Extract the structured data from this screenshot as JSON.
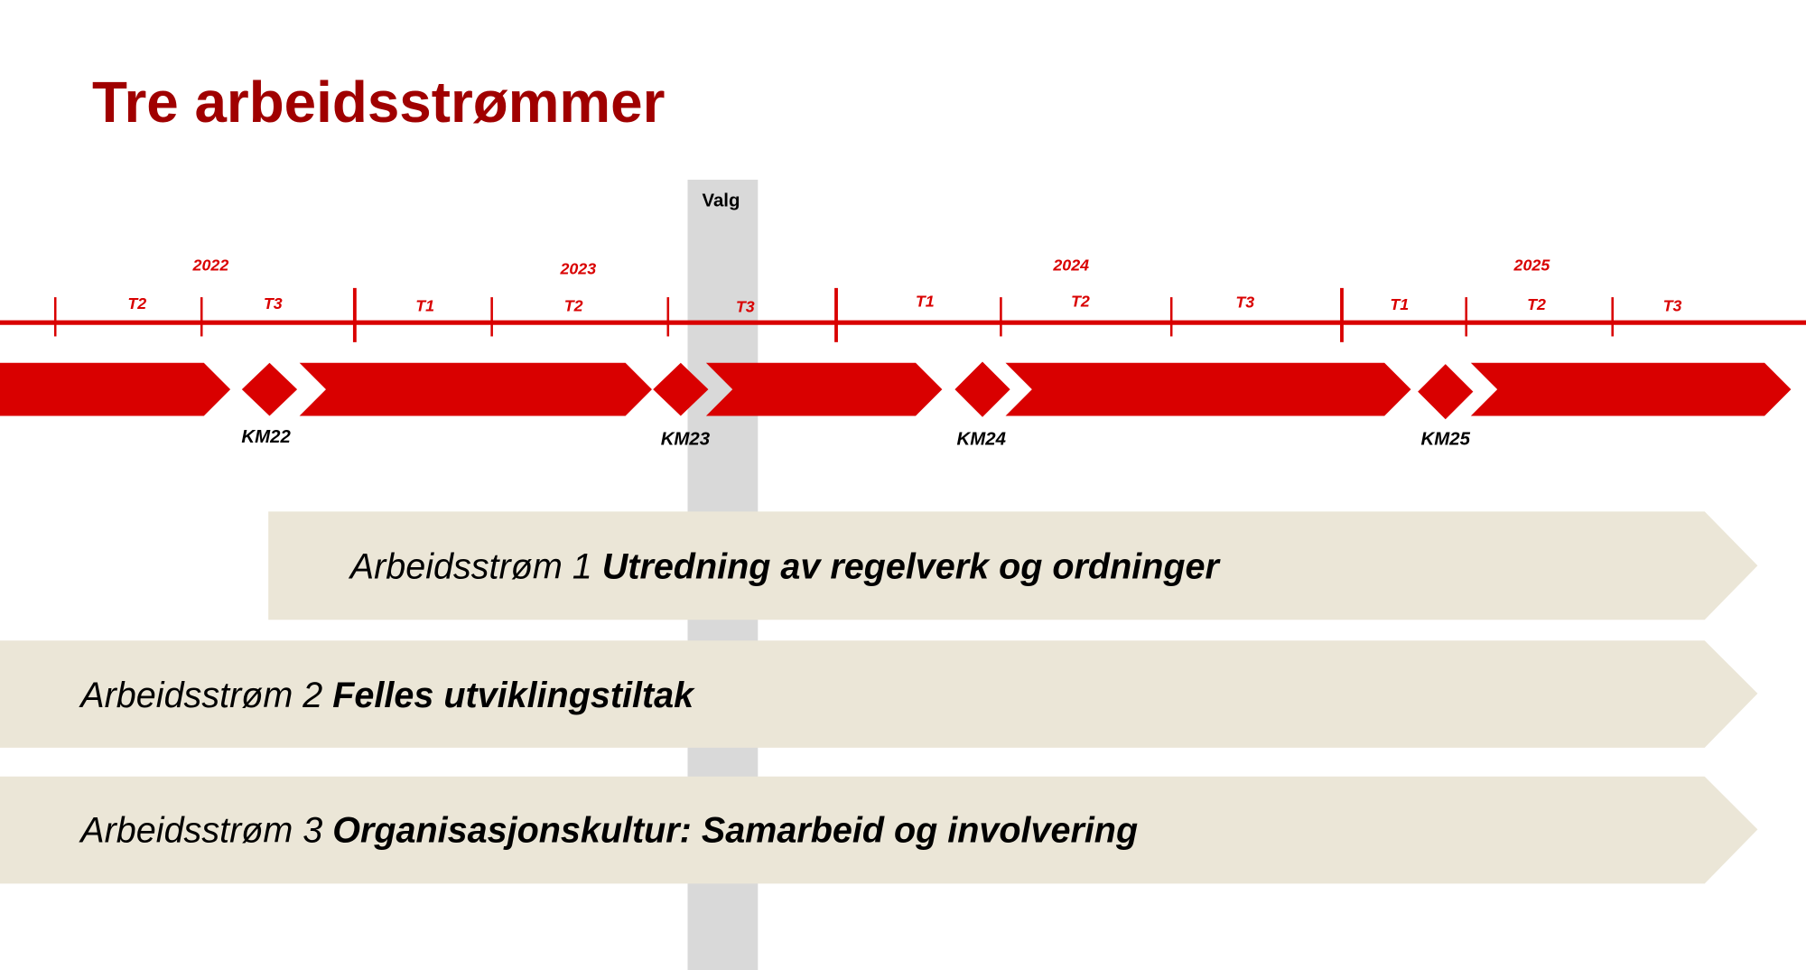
{
  "title": "Tre arbeidsstrømmer",
  "colors": {
    "title": "#a00000",
    "timeline": "#d90000",
    "stream_bg": "#ebe6d7",
    "valg_band": "#d9d9d9"
  },
  "valg": "Valg",
  "years": [
    "2022",
    "2023",
    "2024",
    "2025"
  ],
  "terms": [
    "T2",
    "T3",
    "T1",
    "T2",
    "T3",
    "T1",
    "T2",
    "T3",
    "T1",
    "T2",
    "T3"
  ],
  "milestones": [
    "KM22",
    "KM23",
    "KM24",
    "KM25"
  ],
  "streams": [
    {
      "prefix": "Arbeidsstrøm 1 ",
      "name": "Utredning av regelverk og ordninger"
    },
    {
      "prefix": "Arbeidsstrøm 2 ",
      "name": "Felles utviklingstiltak"
    },
    {
      "prefix": "Arbeidsstrøm 3 ",
      "name": "Organisasjonskultur: Samarbeid og involvering"
    }
  ]
}
